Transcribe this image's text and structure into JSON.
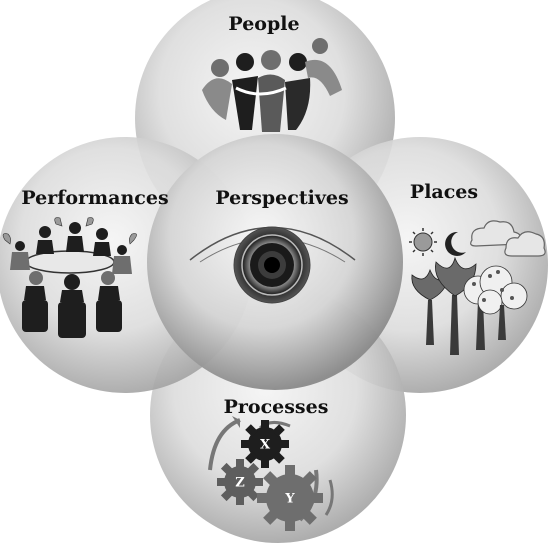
{
  "diagram": {
    "center": {
      "label": "Perspectives"
    },
    "top": {
      "label": "People"
    },
    "right": {
      "label": "Places"
    },
    "bottom": {
      "label": "Processes"
    },
    "left": {
      "label": "Performances"
    },
    "gears": [
      "X",
      "Z",
      "Y"
    ]
  },
  "icons": {
    "top": "people-group-icon",
    "right": "trees-sun-moon-clouds-icon",
    "bottom": "gears-icon",
    "left": "people-circle-table-icon",
    "center": "eye-lens-icon"
  },
  "colors": {
    "petal_light": "#f3f3f3",
    "petal_dark": "#8c8c8c",
    "icon_dark": "#1e1e1e",
    "icon_mid": "#6e6e6e"
  }
}
